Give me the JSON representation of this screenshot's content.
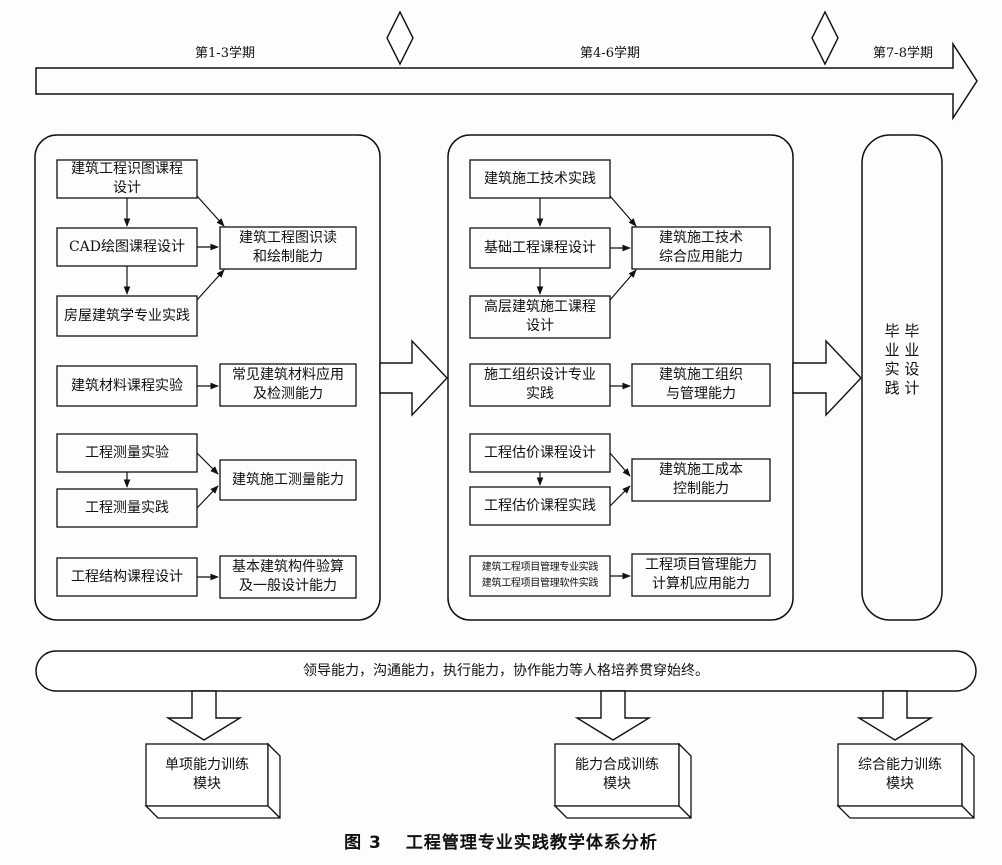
{
  "timeline": {
    "phases": [
      "第1-3学期",
      "第4-6学期",
      "第7-8学期"
    ]
  },
  "stage1": {
    "courses": [
      "建筑工程识图课程\n设计",
      "CAD绘图课程设计",
      "房屋建筑学专业实践",
      "建筑材料课程实验",
      "工程测量实验",
      "工程测量实践",
      "工程结构课程设计"
    ],
    "abilities": [
      "建筑工程图识读\n和绘制能力",
      "常见建筑材料应用\n及检测能力",
      "建筑施工测量能力",
      "基本建筑构件验算\n及一般设计能力"
    ]
  },
  "stage2": {
    "courses": [
      "建筑施工技术实践",
      "基础工程课程设计",
      "高层建筑施工课程\n设计",
      "施工组织设计专业\n实践",
      "工程估价课程设计",
      "工程估价课程实践",
      "建筑工程项目管理专业实践\n建筑工程项目管理软件实践"
    ],
    "abilities": [
      "建筑施工技术\n综合应用能力",
      "建筑施工组织\n与管理能力",
      "建筑施工成本\n控制能力",
      "工程项目管理能力\n计算机应用能力"
    ]
  },
  "stage3": {
    "label": "毕 毕\n业 业\n实 设\n践 计"
  },
  "banner": {
    "text": "领导能力，沟通能力，执行能力，协作能力等人格培养贯穿始终。"
  },
  "modules": [
    "单项能力训练\n模块",
    "能力合成训练\n模块",
    "综合能力训练\n模块"
  ],
  "caption": {
    "number": "图 3",
    "title": "工程管理专业实践教学体系分析"
  }
}
